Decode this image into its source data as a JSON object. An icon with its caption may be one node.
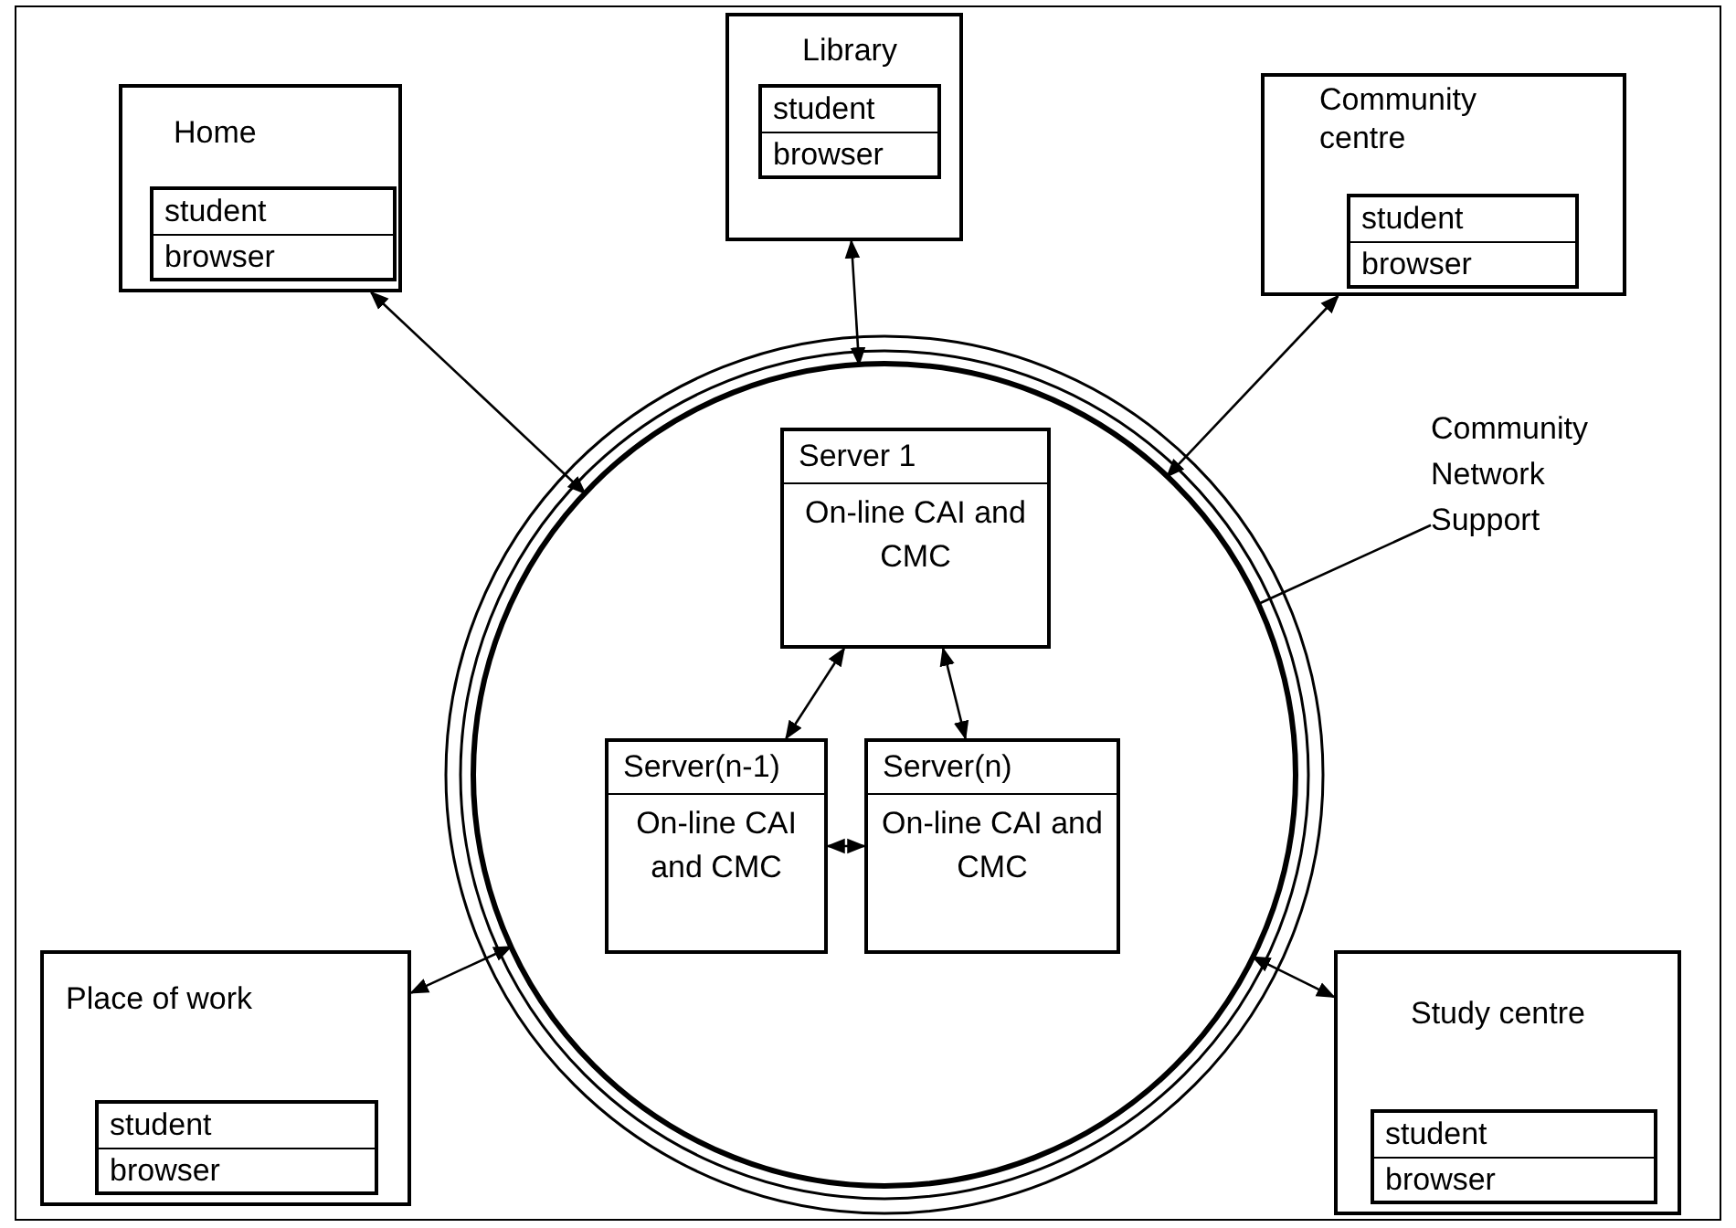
{
  "diagram": {
    "nodes": [
      {
        "text": [
          "Library"
        ]
      },
      {
        "text": [
          "student",
          "browser"
        ],
        "in": 0
      },
      {
        "text": [
          "Home"
        ]
      },
      {
        "text": [
          "student",
          "browser"
        ],
        "in": 2
      },
      {
        "text": [
          "Community centre"
        ]
      },
      {
        "text": [
          "student",
          "browser"
        ],
        "in": 4
      },
      {
        "text": [],
        "shape": "circle"
      },
      {
        "text": [
          "Server 1",
          "On-line CAI and CMC"
        ],
        "in": 6
      },
      {
        "text": [
          "Server(n-1)",
          "On-line CAI and CMC"
        ],
        "in": 6
      },
      {
        "text": [
          "Server(n)",
          "On-line CAI and CMC"
        ],
        "in": 6
      },
      {
        "text": [
          "Community Network Support"
        ]
      },
      {
        "text": [
          "Place of work"
        ]
      },
      {
        "text": [
          "student",
          "browser"
        ],
        "in": 11
      },
      {
        "text": [
          "Study centre"
        ]
      },
      {
        "text": [
          "student",
          "browser"
        ],
        "in": 13
      }
    ],
    "edges": [
      {
        "from": 0,
        "to": 6,
        "arrow": "both"
      },
      {
        "from": 2,
        "to": 6,
        "arrow": "both"
      },
      {
        "from": 4,
        "to": 6,
        "arrow": "both"
      },
      {
        "from": 7,
        "to": 8,
        "arrow": "both"
      },
      {
        "from": 7,
        "to": 9,
        "arrow": "both"
      },
      {
        "from": 8,
        "to": 9,
        "arrow": "both"
      },
      {
        "from": 10,
        "to": 6,
        "arrow": "none"
      },
      {
        "from": 11,
        "to": 6,
        "arrow": "both"
      },
      {
        "from": 13,
        "to": 6,
        "arrow": "both"
      }
    ]
  }
}
